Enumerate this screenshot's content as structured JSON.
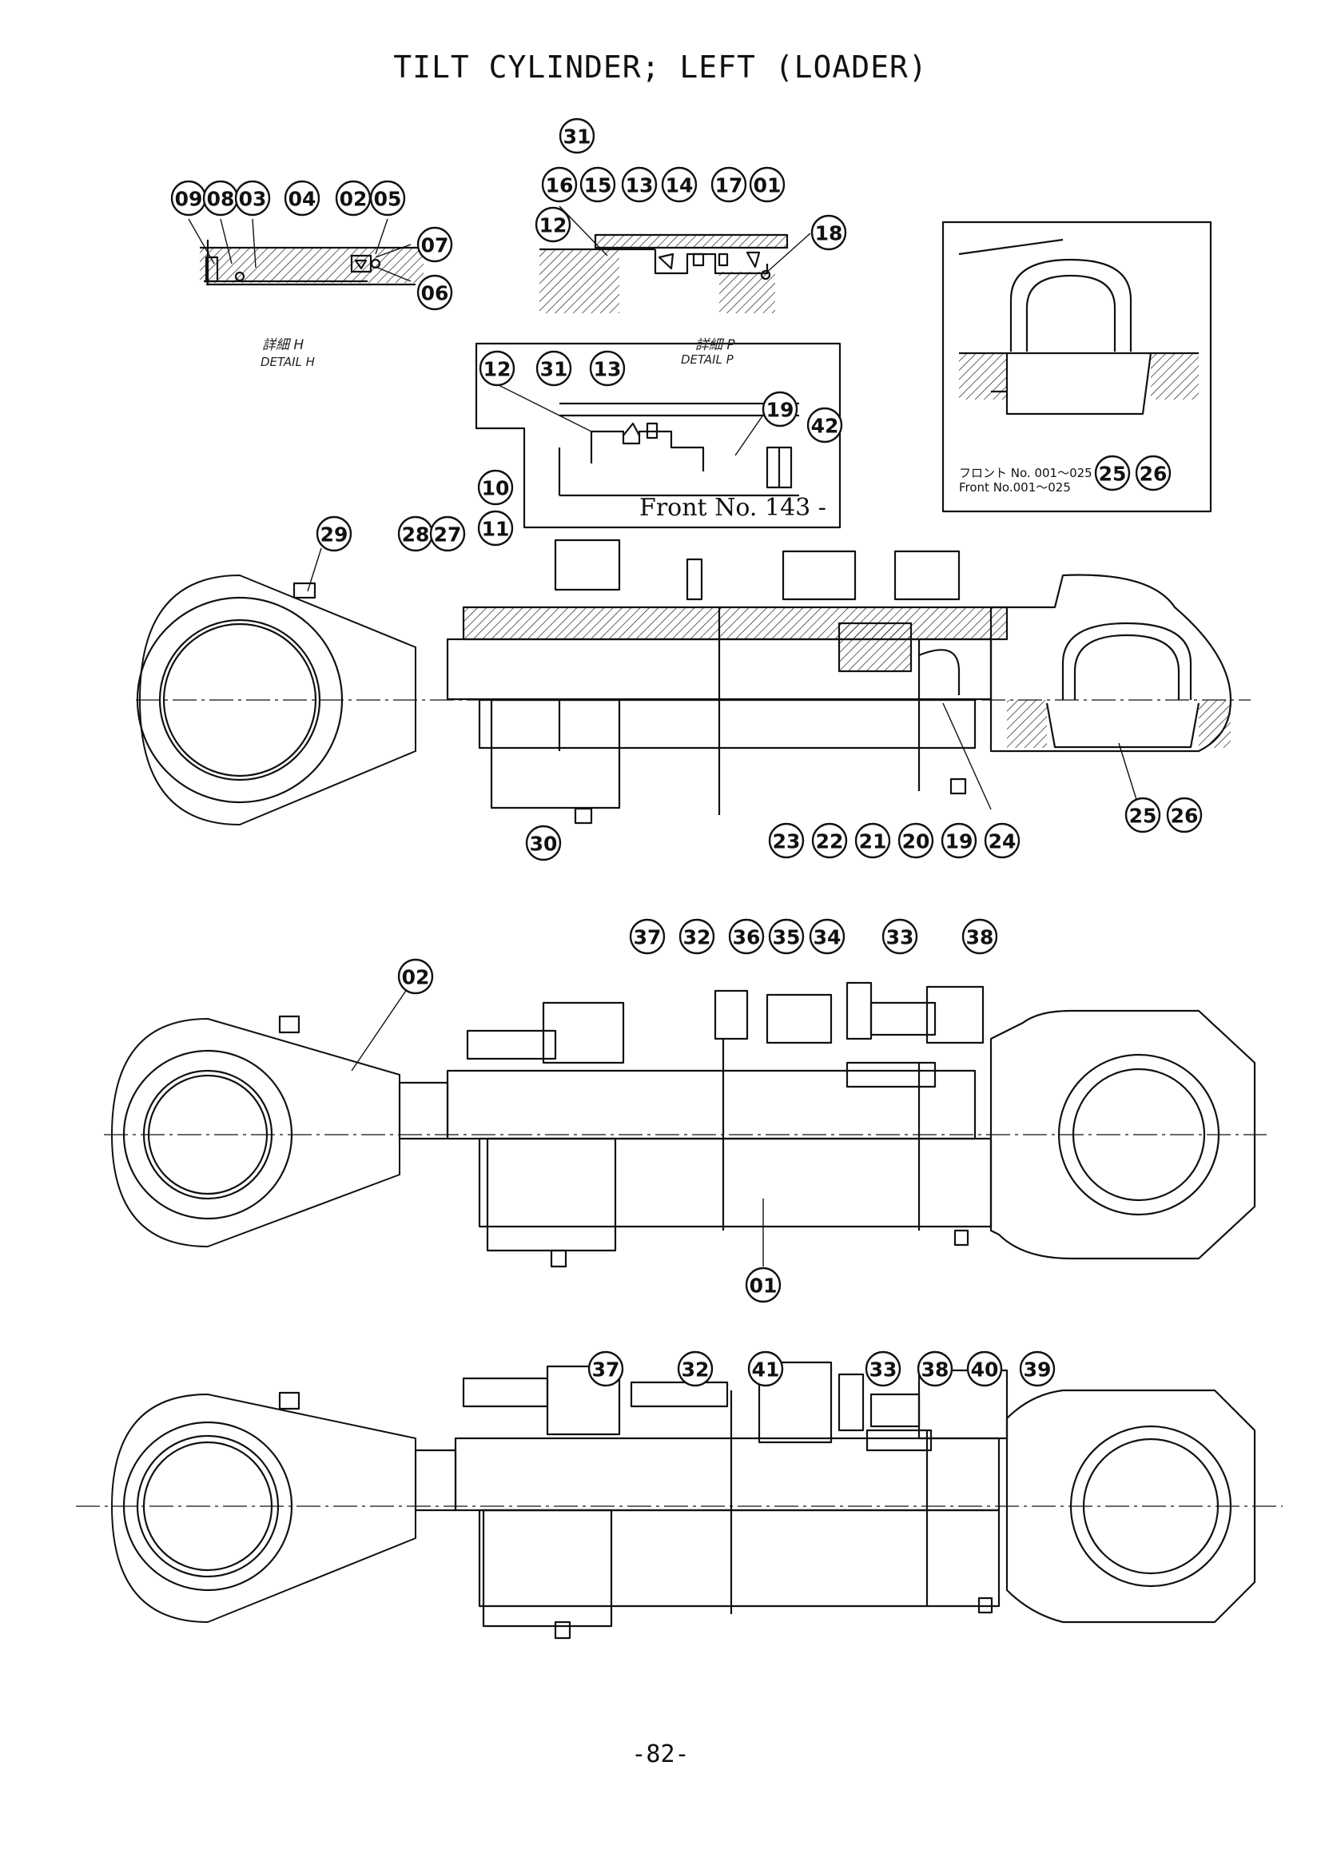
{
  "title": "TILT CYLINDER; LEFT (LOADER)",
  "page_number": "-82-",
  "detail_h": {
    "label_ja": "詳細 H",
    "label_en": "DETAIL H"
  },
  "detail_p": {
    "label_ja": "詳細 P",
    "label_en": "DETAIL P"
  },
  "front_note": "Front No. 143 -",
  "serial_note": {
    "line_ja": "フロント No. 001〜025",
    "line_en": "Front No.001〜025"
  },
  "callouts": {
    "detail_h": [
      "09",
      "08",
      "03",
      "04",
      "02",
      "05",
      "07",
      "06"
    ],
    "detail_p_top": [
      "31",
      "16",
      "15",
      "13",
      "14",
      "17",
      "01",
      "12",
      "18"
    ],
    "detail_p_box": [
      "12",
      "31",
      "13",
      "19",
      "42"
    ],
    "end_box": [
      "25",
      "26"
    ],
    "view1": [
      "29",
      "28",
      "27",
      "10",
      "11",
      "30",
      "23",
      "22",
      "21",
      "20",
      "19",
      "24",
      "25",
      "26"
    ],
    "view2": [
      "37",
      "32",
      "36",
      "35",
      "34",
      "33",
      "38",
      "02",
      "01"
    ],
    "view3": [
      "37",
      "32",
      "41",
      "33",
      "38",
      "40",
      "39"
    ]
  },
  "colors": {
    "ink": "#111111",
    "paper": "#ffffff"
  }
}
